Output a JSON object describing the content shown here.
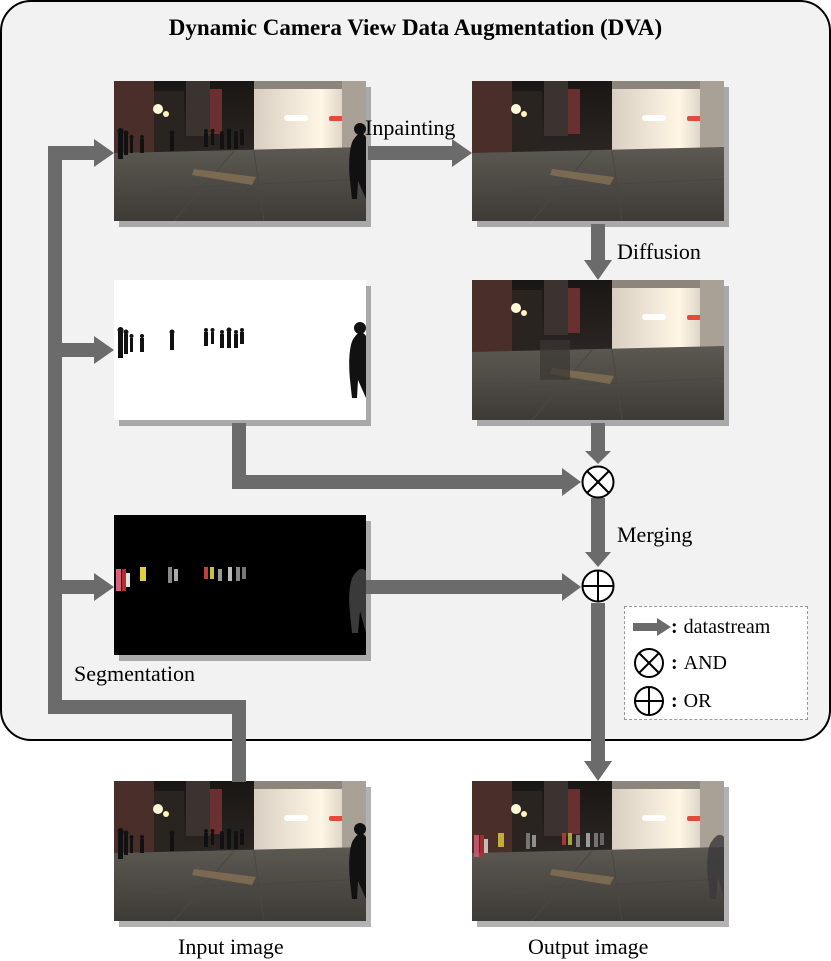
{
  "title": "Dynamic Camera View Data Augmentation (DVA)",
  "labels": {
    "inpainting": "Inpainting",
    "diffusion": "Diffusion",
    "merging": "Merging",
    "segmentation": "Segmentation",
    "input_image": "Input image",
    "output_image": "Output image"
  },
  "legend": {
    "datastream": "datastream",
    "and": "AND",
    "or": "OR",
    "separator": ":"
  },
  "colors": {
    "arrow": "#6b6b6b",
    "panel_bg": "#f2f2f2",
    "panel_border": "#000000",
    "mask_bg": "#ffffff",
    "segmentation_bg": "#000000"
  }
}
